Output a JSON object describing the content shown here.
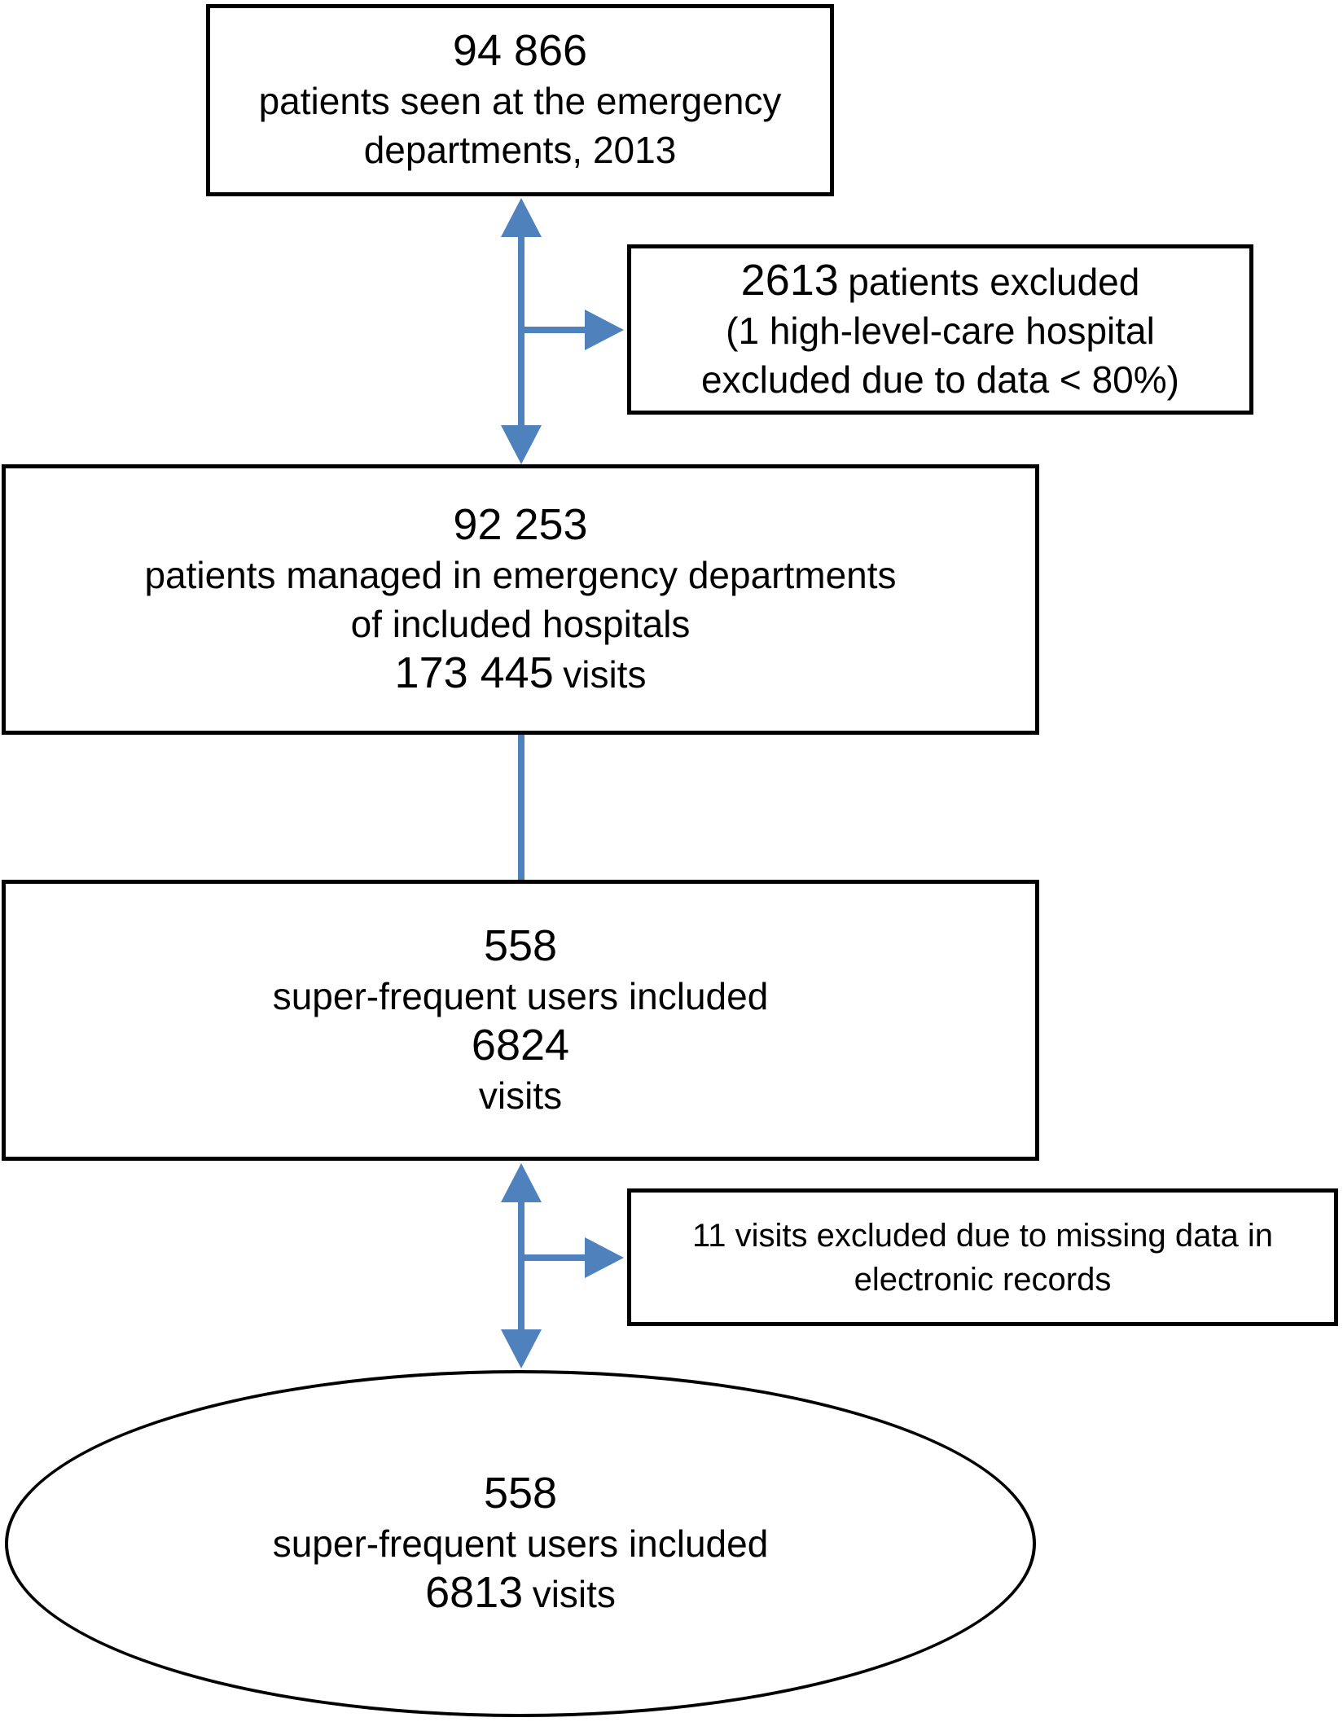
{
  "figure_type": "patient-flow-diagram",
  "colors": {
    "arrow": "#4f81bd",
    "border": "#000000",
    "background": "#ffffff",
    "text": "#000000"
  },
  "nodes": {
    "box1": {
      "number": "94 866",
      "line2": "patients seen at the emergency",
      "line3": "departments, 2013"
    },
    "exclusion1": {
      "number": "2613",
      "line1_rest": "patients excluded",
      "line2": "(1 high-level-care hospital",
      "line3": "excluded due to data < 80%)"
    },
    "box2": {
      "number": "92 253",
      "line2": "patients managed in emergency departments",
      "line3": "of included hospitals",
      "visits_number": "173 445",
      "visits_label": "visits"
    },
    "box3": {
      "number": "558",
      "line2": "super-frequent users included",
      "visits_number": "6824",
      "visits_label": "visits"
    },
    "exclusion2": {
      "line1": "11 visits excluded due to missing data in",
      "line2": "electronic records"
    },
    "ellipse": {
      "number": "558",
      "line2": "super-frequent users included",
      "visits_number": "6813",
      "visits_label": "visits"
    }
  }
}
